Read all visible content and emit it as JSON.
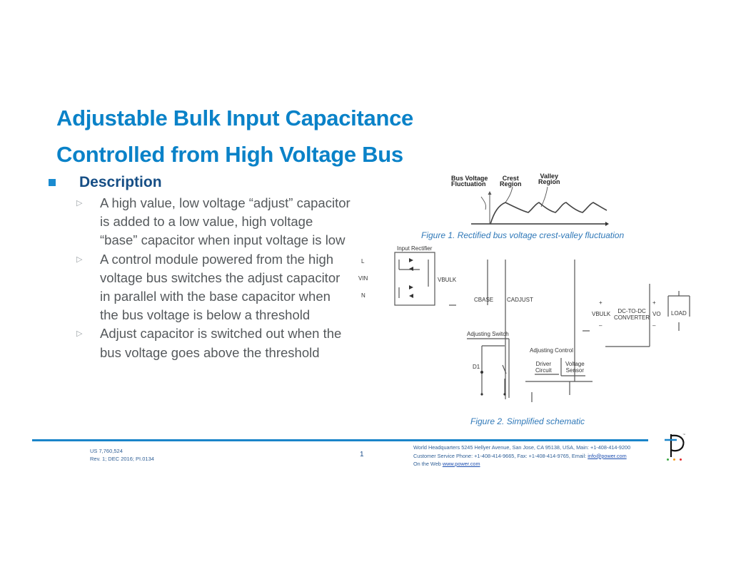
{
  "slide": {
    "title_lines": [
      "Adjustable Bulk Input Capacitance",
      "Controlled from High Voltage Bus"
    ],
    "section": {
      "label": "Description",
      "bullet_icon": "square-bullet-icon"
    },
    "bullets": [
      {
        "icon": "triangle-bullet-icon",
        "text": "A high value, low voltage “adjust” capacitor  is added to a low value, high voltage “base” capacitor when input voltage is low"
      },
      {
        "icon": "triangle-bullet-icon",
        "text": "A control module powered from the high voltage bus switches the adjust capacitor in parallel with the base capacitor when the bus voltage is below a threshold"
      },
      {
        "icon": "triangle-bullet-icon",
        "text": "Adjust capacitor is switched out when the bus voltage goes above the threshold"
      }
    ],
    "figure1": {
      "labels": {
        "fluctuation": [
          "Bus Voltage",
          "Fluctuation"
        ],
        "crest": [
          "Crest",
          "Region"
        ],
        "valley": [
          "Valley",
          "Region"
        ]
      },
      "caption": "Figure 1. Rectified bus voltage crest-valley fluctuation"
    },
    "figure2": {
      "labels": {
        "input_rectifier": "Input Rectifier",
        "line": "L",
        "neutral": "N",
        "vin": "VIN",
        "vbulk_left": "VBULK",
        "cbase": "CBASE",
        "cadjust": "CADJUST",
        "adjusting_switch": "Adjusting Switch",
        "adjusting_control": "Adjusting Control",
        "d1": "D1",
        "driver_circuit": [
          "Driver",
          "Circuit"
        ],
        "voltage_sensor": [
          "Voltage",
          "Sensor"
        ],
        "vbulk_right": "VBULK",
        "converter": [
          "DC-TO-DC",
          "CONVERTER"
        ],
        "vo": "VO",
        "load": "LOAD",
        "plus": "+",
        "minus": "–"
      },
      "caption": "Figure 2. Simplified schematic"
    }
  },
  "footer": {
    "patent": "US 7,760,524",
    "revision": "Rev. 1; DEC 2016; PI.0134",
    "page_number": "1",
    "hq_line": "World Headquarters 5245 Hellyer Avenue, San Jose, CA 95138, USA, Main: +1-408-414-9200",
    "service_prefix": "Customer Service Phone: +1-408-414-9665, Fax: +1-408-414-9765, Email: ",
    "email": "info@power.com",
    "web_prefix": "On the Web ",
    "web": "www.power.com"
  },
  "colors": {
    "title": "#0a82c8",
    "section": "#164e85",
    "body_text": "#55595c",
    "caption": "#2f78b8",
    "footer_rule": "#1a85c9",
    "logo_dots": [
      "#3aa843",
      "#f39c1f",
      "#e0262b"
    ]
  }
}
